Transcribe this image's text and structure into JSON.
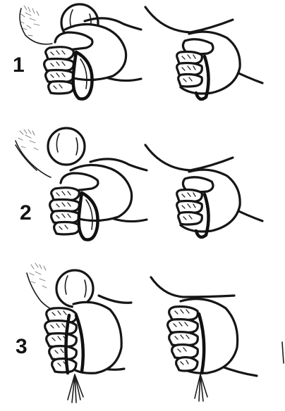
{
  "steps": [
    {
      "label": "1",
      "ink_color": "#141414"
    },
    {
      "label": "2",
      "ink_color": "#141414"
    },
    {
      "label": "3",
      "ink_color": "#141414"
    }
  ],
  "colors": {
    "background": "#ffffff",
    "ink": "#161616"
  }
}
